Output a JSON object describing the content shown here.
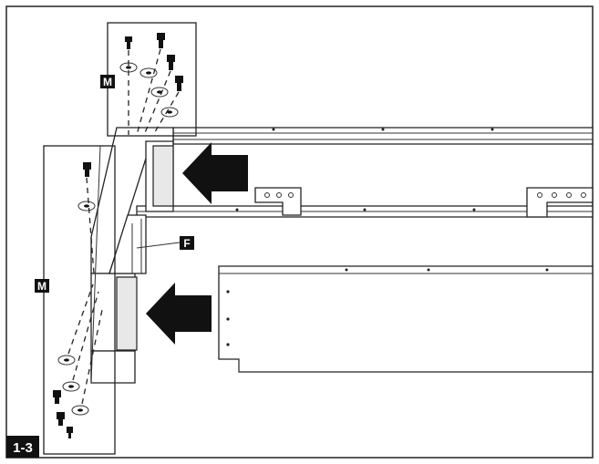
{
  "step_label": "1-3",
  "part_labels": {
    "hardware_top": "M",
    "hardware_left": "M",
    "part_f": "F"
  },
  "colors": {
    "ink": "#111111",
    "label_bg": "#111111",
    "label_text": "#ffffff"
  }
}
